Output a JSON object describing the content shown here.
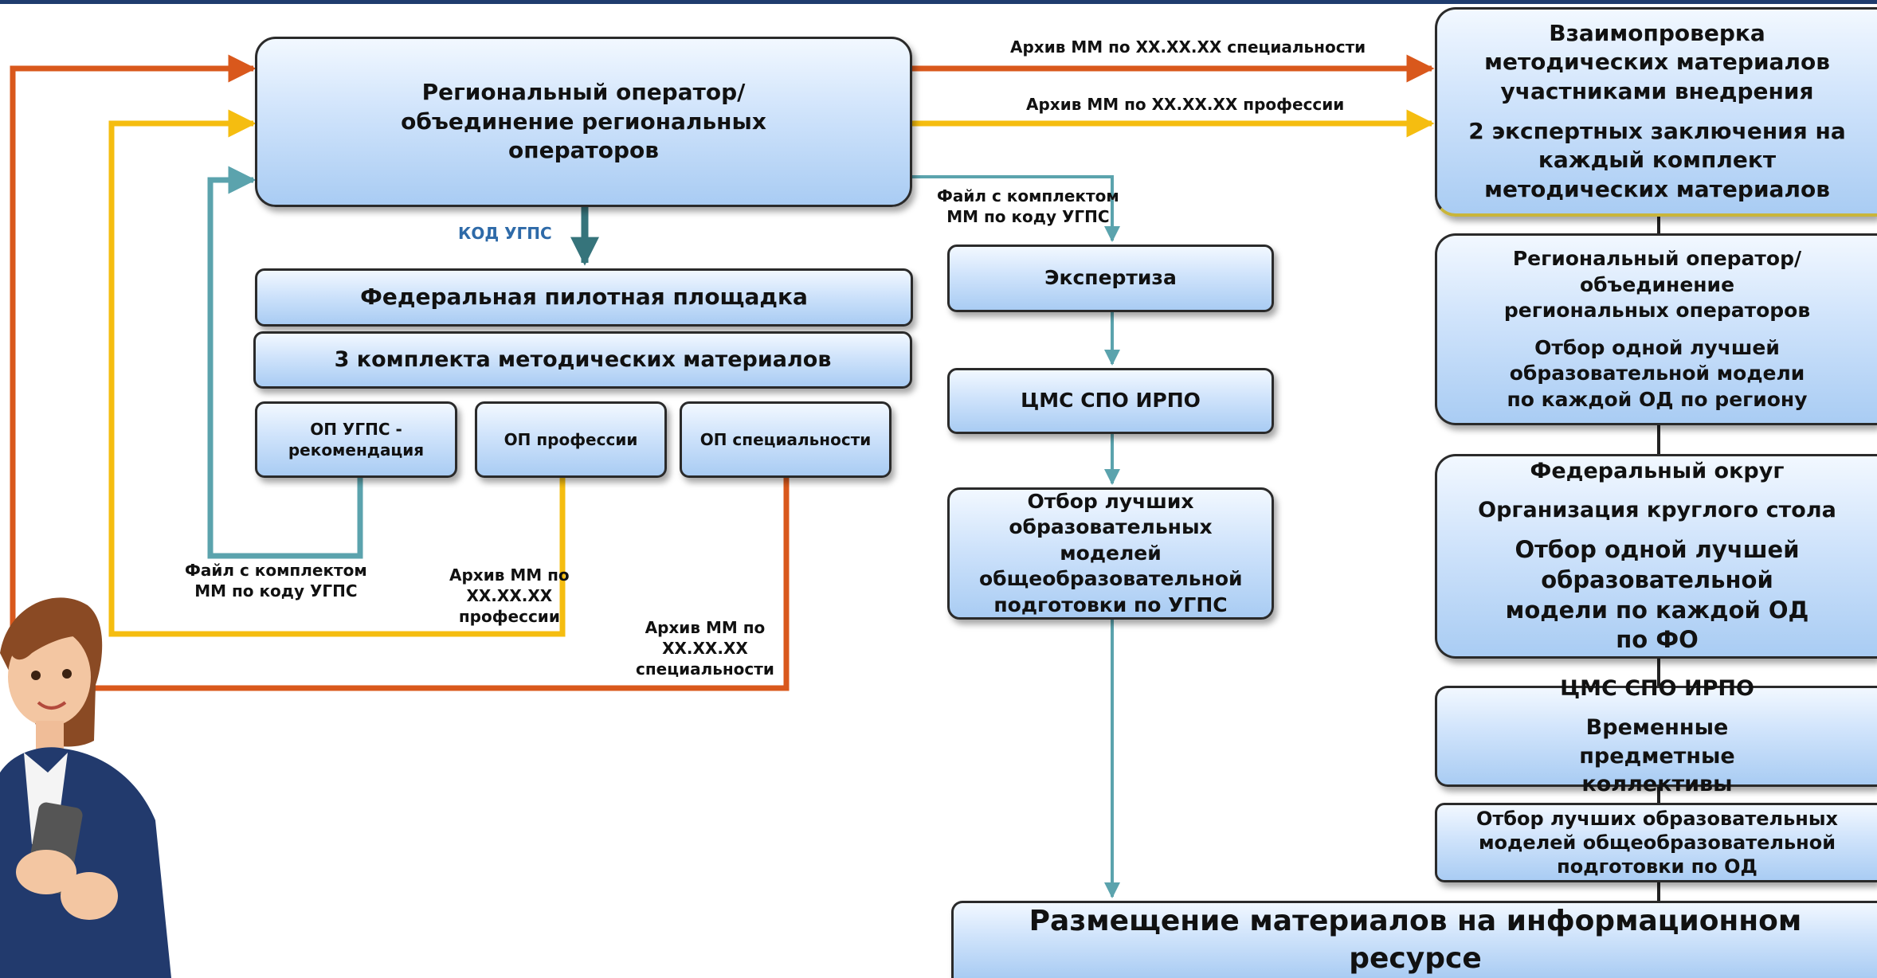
{
  "colors": {
    "orange": "#d9581c",
    "yellow": "#f5bd10",
    "teal": "#5ba3ad",
    "dark_teal": "#36747b",
    "label_blue": "#2e6aa8"
  },
  "boxes": {
    "regional_operator": "Региональный оператор/объединение региональных операторов",
    "federal_pilot": "Федеральная пилотная площадка",
    "three_sets": "3 комплекта методических материалов",
    "op_ugps": "ОП УГПС - рекомендация",
    "op_profession": "ОП профессии",
    "op_specialty": "ОП специальности",
    "expertise": "Экспертиза",
    "cms_spo_irpo": "ЦМС СПО ИРПО",
    "selection_ugps": "Отбор лучших образовательных моделей общеобразовательной подготовки по УГПС",
    "mutual_check": {
      "title": "Взаимопроверка методических материалов участниками внедрения",
      "detail": "2 экспертных заключения на каждый комплект методических материалов"
    },
    "regional_selection": {
      "title": "Региональный оператор/ объединение региональных операторов",
      "detail": "Отбор одной лучшей образовательной модели по каждой ОД по региону"
    },
    "federal_district": {
      "title": "Федеральный округ",
      "subtitle": "Организация круглого стола",
      "detail": "Отбор одной лучшей образовательной модели по каждой ОД по ФО"
    },
    "cms_collectives": {
      "title": "ЦМС СПО ИРПО",
      "detail": "Временные предметные коллективы"
    },
    "selection_od": "Отбор лучших образовательных моделей общеобразовательной подготовки по ОД",
    "placement": "Размещение материалов на информационном ресурсе"
  },
  "labels": {
    "archive_specialty_top": "Архив ММ по ХХ.ХХ.ХХ специальности",
    "archive_profession_top": "Архив ММ по ХХ.ХХ.ХХ профессии",
    "file_ugps_right": [
      "Файл с комплектом",
      "ММ по коду УГПС"
    ],
    "kod_ugps": "КОД УГПС",
    "file_ugps_left": [
      "Файл с комплектом",
      "ММ по коду УГПС"
    ],
    "archive_profession_left": [
      "Архив ММ по",
      "ХХ.ХХ.ХХ",
      "профессии"
    ],
    "archive_specialty_left": [
      "Архив ММ по",
      "ХХ.ХХ.ХХ",
      "специальности"
    ]
  }
}
